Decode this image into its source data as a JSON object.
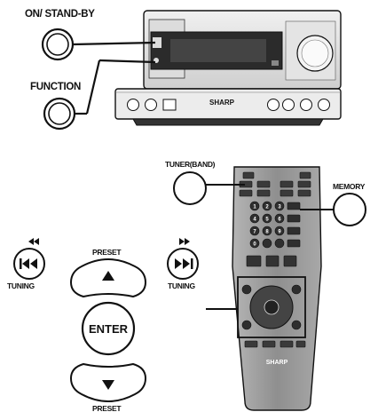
{
  "labels": {
    "on_standby": "ON/ STAND-BY",
    "function": "FUNCTION",
    "tuner_band": "TUNER(BAND)",
    "memory": "MEMORY",
    "preset_top": "PRESET",
    "preset_bottom": "PRESET",
    "tuning_left": "TUNING",
    "tuning_right": "TUNING",
    "enter": "ENTER",
    "unit_brand": "SHARP",
    "remote_brand": "SHARP"
  },
  "colors": {
    "outline": "#111111",
    "unit_body": "#e6e6e6",
    "display": "#2b2b2b",
    "remote_body": "#9a9a9a",
    "remote_button": "#3a3a3a",
    "background": "#ffffff"
  },
  "icons": {
    "rewind": "double-left-triangle",
    "fast_forward": "double-right-triangle",
    "prev": "skip-back-icon",
    "next": "skip-forward-icon",
    "up": "triangle-up-icon",
    "down": "triangle-down-icon"
  }
}
